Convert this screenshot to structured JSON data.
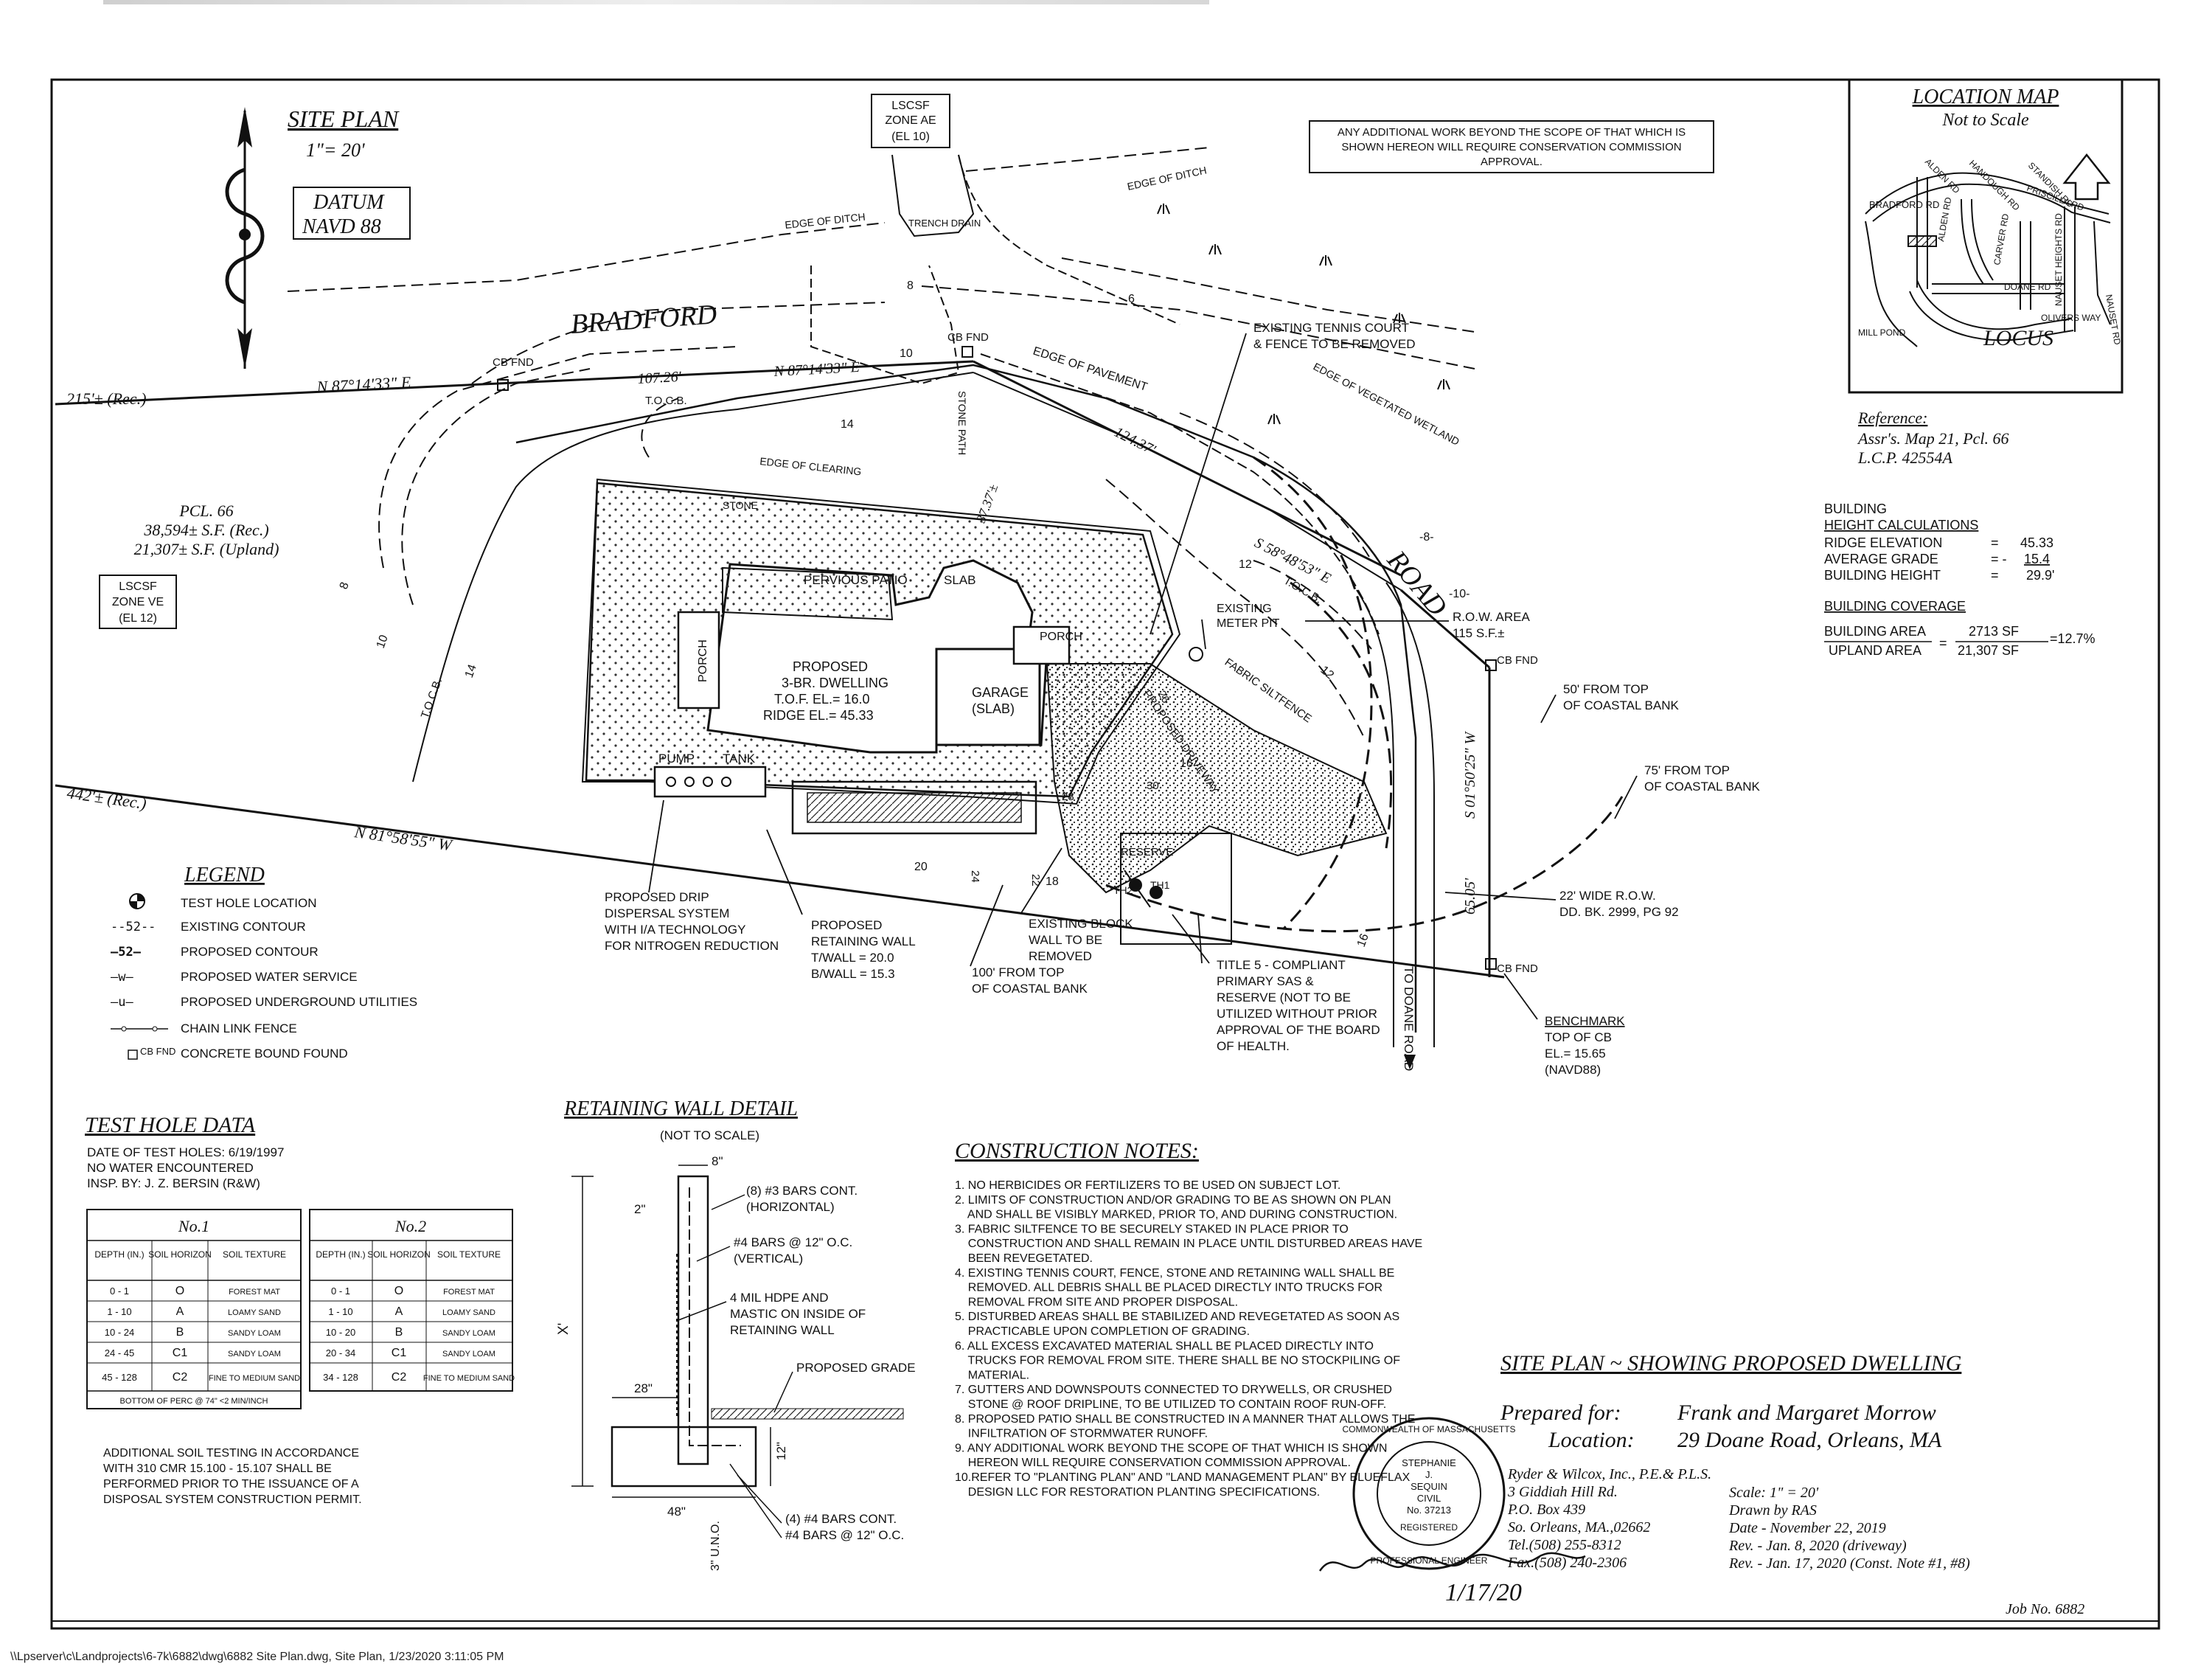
{
  "footer_path": "\\\\Lpserver\\c\\Landprojects\\6-7k\\6882\\dwg\\6882 Site Plan.dwg, Site Plan, 1/23/2020 3:11:05 PM",
  "site_plan": {
    "title": "SITE PLAN",
    "scale": "1\"= 20'",
    "datum_line1": "DATUM",
    "datum_line2": "NAVD 88"
  },
  "zone_ae": [
    "LSCSF",
    "ZONE AE",
    "(EL 10)"
  ],
  "zone_ve": [
    "LSCSF",
    "ZONE VE",
    "(EL 12)"
  ],
  "conservation_note": [
    "ANY ADDITIONAL WORK BEYOND THE SCOPE OF THAT WHICH IS",
    "SHOWN HEREON WILL REQUIRE CONSERVATION COMMISSION",
    "APPROVAL."
  ],
  "location_map": {
    "title": "LOCATION MAP",
    "subtitle": "Not to Scale",
    "locus": "LOCUS",
    "roads": [
      "ALDEN RD",
      "HANDOUGH RD",
      "STANDISH RD",
      "PRISCILLA RD",
      "BRADFORD RD",
      "ALDEN RD",
      "CARVER RD",
      "DOANE RD",
      "NAUSET HEIGHTS RD",
      "NAUSET RD",
      "OLIVERS WAY",
      "MILL POND"
    ]
  },
  "reference": {
    "title": "Reference:",
    "line1": "Assr's. Map 21, Pcl. 66",
    "line2": "L.C.P. 42554A"
  },
  "building_height": {
    "title_line1": "BUILDING",
    "title_line2": "HEIGHT CALCULATIONS",
    "rows": [
      {
        "label": "RIDGE ELEVATION",
        "op": "=",
        "value": "45.33"
      },
      {
        "label": "AVERAGE GRADE",
        "op": "= -",
        "value": "15.4"
      },
      {
        "label": "BUILDING HEIGHT",
        "op": "=",
        "value": "29.9'"
      }
    ]
  },
  "building_coverage": {
    "title": "BUILDING COVERAGE",
    "area_label": "BUILDING AREA",
    "upland_label": "UPLAND AREA",
    "eq": "=",
    "area_value": "2713 SF",
    "upland_value": "21,307 SF",
    "result": "=12.7%"
  },
  "parcel": {
    "pcl": "PCL. 66",
    "sf_rec": "38,594± S.F. (Rec.)",
    "sf_upland": "21,307± S.F. (Upland)"
  },
  "labels": {
    "bradford": "BRADFORD",
    "road": "ROAD",
    "edge_of_ditch_1": "EDGE OF DITCH",
    "edge_of_ditch_2": "EDGE OF DITCH",
    "trench_drain": "TRENCH DRAIN",
    "rec_215": "215'± (Rec.)",
    "rec_442": "442'± (Rec.)",
    "bearing_north": "N 87°14'33\" E",
    "bearing_north2": "N 87°14'33\" E",
    "bearing_west": "N 81°58'55\" W",
    "bearing_east": "S 01°50'25\" W",
    "bearing_se": "S 58°48'53\" E",
    "dist_107": "107.26'",
    "dist_124": "124.37'",
    "dist_65": "65.05'",
    "dist_37": "37.37'±",
    "toc_b": "T.O.C.B.",
    "toc_b2": "T.O.C.B.",
    "toc_b3": "T.O.C.B.",
    "cb_fnd_1": "CB FND",
    "cb_fnd_2": "CB FND",
    "cb_fnd_3": "CB FND",
    "cb_fnd_4": "CB FND",
    "edge_of_pavement": "EDGE OF PAVEMENT",
    "edge_of_wetland": "EDGE OF VEGETATED WETLAND",
    "stone_path": "STONE PATH",
    "edge_of_clearing": "EDGE OF CLEARING",
    "stone": "STONE",
    "pervious_patio": "PERVIOUS PATIO",
    "slab": "SLAB",
    "porch": "PORCH",
    "porch2": "PORCH",
    "proposed_dwelling": [
      "PROPOSED",
      "3-BR. DWELLING",
      "T.O.F. EL.= 16.0",
      "RIDGE EL.= 45.33"
    ],
    "garage": [
      "GARAGE",
      "(SLAB)"
    ],
    "pump": "PUMP",
    "tank": "TANK",
    "existing_meter_pit": [
      "EXISTING",
      "METER PIT"
    ],
    "fabric_siltfence": "FABRIC SILTFENCE",
    "proposed_driveway": "PROPOSED DRIVEWAY",
    "reserve": "RESERVE",
    "th1": "TH1",
    "th2": "TH2",
    "contours": [
      "8",
      "6",
      "10",
      "14",
      "12",
      "16",
      "18",
      "20",
      "22",
      "24",
      "26",
      "28",
      "30",
      "10",
      "14",
      "8",
      "16",
      "12",
      "-8-",
      "-10-"
    ],
    "tennis": [
      "EXISTING TENNIS COURT",
      "& FENCE TO BE REMOVED"
    ],
    "row_area": [
      "R.O.W. AREA",
      "115 S.F.±"
    ],
    "fifty_ft": [
      "50' FROM TOP",
      "OF COASTAL BANK"
    ],
    "seventyfive_ft": [
      "75' FROM TOP",
      "OF COASTAL BANK"
    ],
    "twentytwo_row": [
      "22' WIDE R.O.W.",
      "DD. BK. 2999, PG 92"
    ],
    "to_doane": "TO DOANE ROAD",
    "benchmark": [
      "BENCHMARK",
      "TOP OF CB",
      "EL.= 15.65",
      "(NAVD88)"
    ],
    "title5": [
      "TITLE 5 - COMPLIANT",
      "PRIMARY SAS &",
      "RESERVE (NOT TO BE",
      "UTILIZED WITHOUT PRIOR",
      "APPROVAL OF THE BOARD",
      "OF HEALTH."
    ],
    "existing_block_wall": [
      "EXISTING BLOCK",
      "WALL TO BE",
      "REMOVED"
    ],
    "hundred_ft": [
      "100' FROM TOP",
      "OF COASTAL BANK"
    ],
    "proposed_retaining_wall": [
      "PROPOSED",
      "RETAINING WALL",
      "T/WALL = 20.0",
      "B/WALL = 15.3"
    ],
    "drip_dispersal": [
      "PROPOSED DRIP",
      "DISPERSAL SYSTEM",
      "WITH I/A TECHNOLOGY",
      "FOR NITROGEN REDUCTION"
    ]
  },
  "legend": {
    "title": "LEGEND",
    "items": [
      {
        "sym": "",
        "label": "TEST HOLE LOCATION"
      },
      {
        "sym": "--52--",
        "label": "EXISTING CONTOUR"
      },
      {
        "sym": "—52—",
        "label": "PROPOSED CONTOUR"
      },
      {
        "sym": "—w—",
        "label": "PROPOSED WATER SERVICE"
      },
      {
        "sym": "—u—",
        "label": "PROPOSED UNDERGROUND UTILITIES"
      },
      {
        "sym": "",
        "label": "CHAIN LINK FENCE"
      },
      {
        "sym": "CB FND",
        "label": "CONCRETE BOUND FOUND"
      }
    ]
  },
  "test_hole": {
    "title": "TEST HOLE DATA",
    "lines": [
      "DATE OF TEST HOLES:  6/19/1997",
      "NO WATER ENCOUNTERED",
      "INSP. BY: J. Z. BERSIN (R&W)"
    ],
    "headers": [
      "DEPTH (IN.)",
      "SOIL HORIZON",
      "SOIL TEXTURE"
    ],
    "no1": {
      "title": "No.1",
      "rows": [
        [
          "0 - 1",
          "O",
          "FOREST MAT"
        ],
        [
          "1 - 10",
          "A",
          "LOAMY SAND"
        ],
        [
          "10 - 24",
          "B",
          "SANDY LOAM"
        ],
        [
          "24 - 45",
          "C1",
          "SANDY LOAM"
        ],
        [
          "45 - 128",
          "C2",
          "FINE TO MEDIUM SAND"
        ]
      ],
      "footer": "BOTTOM OF PERC @ 74\" <2 MIN/INCH"
    },
    "no2": {
      "title": "No.2",
      "rows": [
        [
          "0 - 1",
          "O",
          "FOREST MAT"
        ],
        [
          "1 - 10",
          "A",
          "LOAMY SAND"
        ],
        [
          "10 - 20",
          "B",
          "SANDY LOAM"
        ],
        [
          "20 - 34",
          "C1",
          "SANDY LOAM"
        ],
        [
          "34 - 128",
          "C2",
          "FINE TO MEDIUM SAND"
        ]
      ]
    },
    "additional": [
      "ADDITIONAL SOIL TESTING IN ACCORDANCE",
      "WITH 310 CMR 15.100 - 15.107 SHALL BE",
      "PERFORMED PRIOR TO THE ISSUANCE OF A",
      "DISPOSAL SYSTEM CONSTRUCTION PERMIT."
    ]
  },
  "retaining_wall": {
    "title": "RETAINING WALL DETAIL",
    "subtitle": "(NOT TO SCALE)",
    "dims": [
      "8\"",
      "2\"",
      "28\"",
      "48\"",
      "12\"",
      "X'",
      "3\" U.N.O."
    ],
    "notes": [
      "(8) #3 BARS CONT.",
      "(HORIZONTAL)",
      "#4 BARS @ 12\" O.C.",
      "(VERTICAL)",
      "4 MIL HDPE AND",
      "MASTIC ON INSIDE OF",
      "RETAINING WALL",
      "PROPOSED GRADE",
      "(4) #4 BARS CONT.",
      "#4 BARS @ 12\" O.C."
    ]
  },
  "construction_notes": {
    "title": "CONSTRUCTION NOTES:",
    "lines": [
      "1. NO HERBICIDES OR FERTILIZERS TO BE USED ON SUBJECT LOT.",
      "2. LIMITS OF CONSTRUCTION AND/OR GRADING TO BE AS SHOWN ON PLAN",
      "    AND SHALL BE VISIBLY MARKED, PRIOR TO, AND DURING CONSTRUCTION.",
      "3. FABRIC SILTFENCE TO BE SECURELY STAKED IN PLACE PRIOR TO",
      "    CONSTRUCTION AND SHALL REMAIN IN PLACE UNTIL DISTURBED AREAS HAVE",
      "    BEEN REVEGETATED.",
      "4. EXISTING TENNIS COURT, FENCE, STONE AND RETAINING WALL SHALL BE",
      "    REMOVED. ALL DEBRIS SHALL BE PLACED DIRECTLY INTO TRUCKS FOR",
      "    REMOVAL FROM SITE AND PROPER DISPOSAL.",
      "5. DISTURBED AREAS SHALL BE STABILIZED AND REVEGETATED AS SOON AS",
      "    PRACTICABLE UPON COMPLETION OF GRADING.",
      "6. ALL EXCESS EXCAVATED MATERIAL SHALL BE PLACED DIRECTLY INTO",
      "    TRUCKS FOR REMOVAL FROM SITE. THERE SHALL BE NO STOCKPILING OF",
      "    MATERIAL.",
      "7. GUTTERS AND DOWNSPOUTS CONNECTED TO DRYWELLS, OR CRUSHED",
      "    STONE @ ROOF DRIPLINE, TO BE UTILIZED TO CONTAIN ROOF RUN-OFF.",
      "8. PROPOSED PATIO SHALL BE CONSTRUCTED IN A MANNER THAT ALLOWS THE",
      "    INFILTRATION OF STORMWATER RUNOFF.",
      "9. ANY ADDITIONAL WORK BEYOND THE SCOPE OF THAT WHICH IS SHOWN",
      "    HEREON WILL REQUIRE CONSERVATION COMMISSION APPROVAL.",
      "10.REFER TO \"PLANTING PLAN\" AND \"LAND MANAGEMENT PLAN\" BY BLUEFLAX",
      "    DESIGN LLC FOR RESTORATION PLANTING SPECIFICATIONS."
    ]
  },
  "title_block": {
    "main": "SITE PLAN ~ SHOWING PROPOSED DWELLING",
    "prepared_label": "Prepared for:",
    "prepared_value": "Frank and Margaret Morrow",
    "location_label": "Location:",
    "location_value": "29 Doane Road, Orleans, MA",
    "firm": [
      "Ryder & Wilcox, Inc., P.E.& P.L.S.",
      "3 Giddiah Hill Rd.",
      "P.O. Box 439",
      "So. Orleans, MA.,02662",
      "Tel.(508) 255-8312",
      "Fax.(508) 240-2306"
    ],
    "meta": [
      "Scale:  1\" = 20'",
      "Drawn by RAS",
      "Date  -  November 22, 2019",
      "Rev.  -  Jan. 8, 2020 (driveway)",
      "Rev.  -  Jan. 17, 2020 (Const. Note #1, #8)"
    ],
    "job": "Job No. 6882"
  },
  "seal": {
    "outer": "COMMONWEALTH OF MASSACHUSETTS",
    "name_line1": "STEPHANIE",
    "name_line2": "J.",
    "name_line3": "SEQUIN",
    "civil": "CIVIL",
    "number": "No. 37213",
    "registered": "REGISTERED",
    "pe": "PROFESSIONAL ENGINEER"
  },
  "signature_date": "1/17/20"
}
